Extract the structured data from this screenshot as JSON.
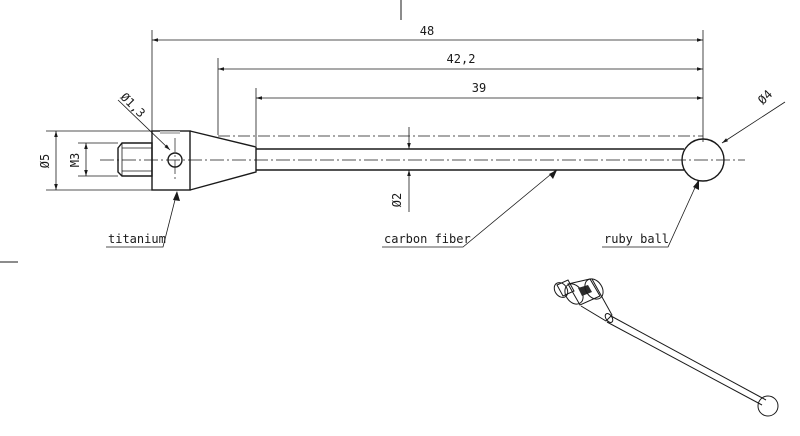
{
  "dimensions": {
    "overall_length": "48",
    "shaft_length": "42,2",
    "stem_length": "39",
    "hole_diameter": "Ø1,3",
    "ball_diameter": "Ø4",
    "body_diameter": "Ø5",
    "thread": "M3",
    "stem_diameter": "Ø2"
  },
  "callouts": {
    "body_material": "titanium",
    "stem_material": "carbon fiber",
    "tip_material": "ruby ball"
  }
}
